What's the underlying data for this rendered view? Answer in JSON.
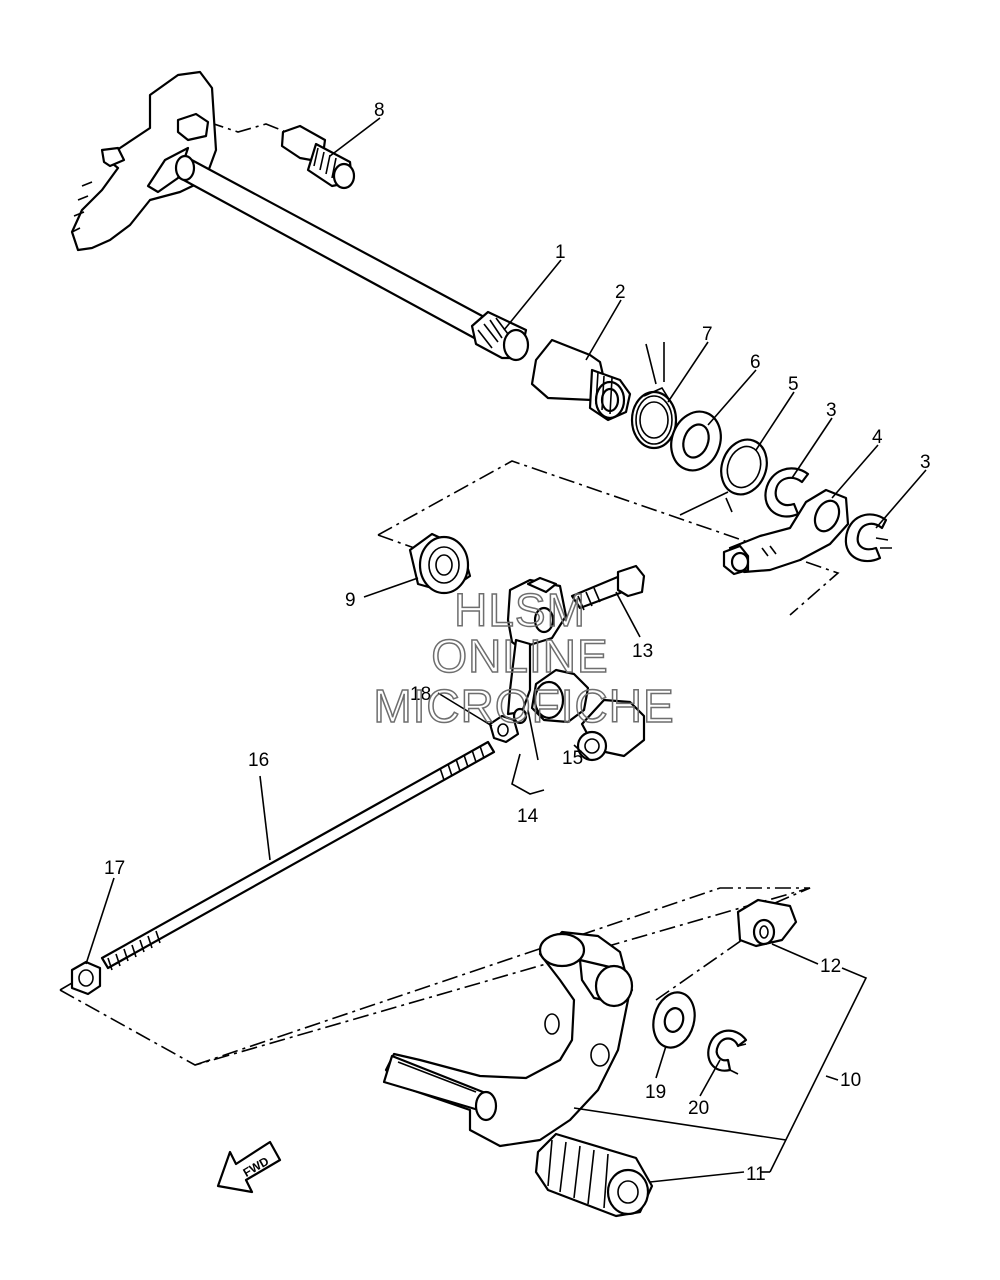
{
  "callouts": [
    {
      "id": "1",
      "label": "1"
    },
    {
      "id": "2",
      "label": "2"
    },
    {
      "id": "3a",
      "label": "3"
    },
    {
      "id": "3b",
      "label": "3"
    },
    {
      "id": "4",
      "label": "4"
    },
    {
      "id": "5",
      "label": "5"
    },
    {
      "id": "6",
      "label": "6"
    },
    {
      "id": "7",
      "label": "7"
    },
    {
      "id": "8",
      "label": "8"
    },
    {
      "id": "9",
      "label": "9"
    },
    {
      "id": "10",
      "label": "10"
    },
    {
      "id": "11",
      "label": "11"
    },
    {
      "id": "12",
      "label": "12"
    },
    {
      "id": "13",
      "label": "13"
    },
    {
      "id": "14",
      "label": "14"
    },
    {
      "id": "15",
      "label": "15"
    },
    {
      "id": "16",
      "label": "16"
    },
    {
      "id": "17",
      "label": "17"
    },
    {
      "id": "18",
      "label": "18"
    },
    {
      "id": "19",
      "label": "19"
    },
    {
      "id": "20",
      "label": "20"
    }
  ],
  "watermark": {
    "line1": "HLSM",
    "line2": "ONLINE",
    "line3": "MICROFICHE"
  },
  "direction_arrow": {
    "label": "FWD",
    "icon": "fwd-arrow-icon"
  }
}
